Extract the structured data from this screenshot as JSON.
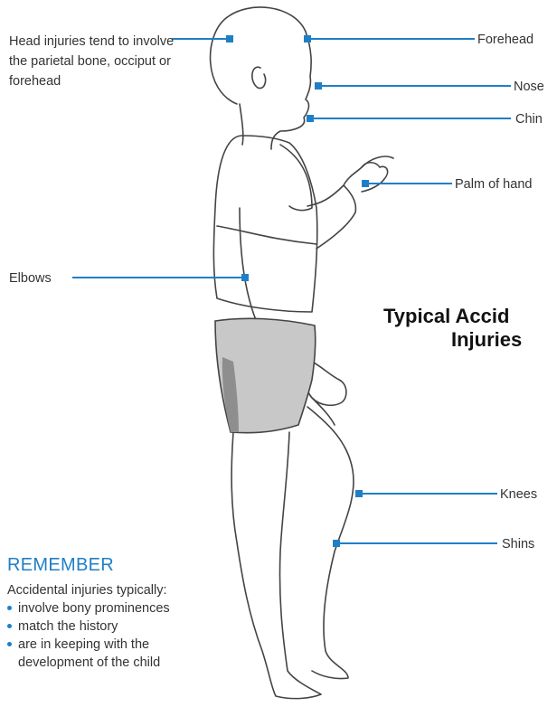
{
  "title": {
    "line1": "Typical Accid",
    "line2": "Injuries"
  },
  "labels": {
    "head": "Head injuries tend to involve the parietal bone, occiput or forehead",
    "forehead": "Forehead",
    "nose": "Nose",
    "chin": "Chin",
    "palm": "Palm of hand",
    "elbows": "Elbows",
    "knees": "Knees",
    "shins": "Shins"
  },
  "remember": {
    "heading": "REMEMBER",
    "intro": "Accidental injuries typically:",
    "items": [
      "involve bony prominences",
      "match the history",
      "are in keeping with the development of the child"
    ]
  },
  "colors": {
    "accent": "#1f7fc6",
    "shorts": "#c8c8c8",
    "outline": "#444444"
  }
}
